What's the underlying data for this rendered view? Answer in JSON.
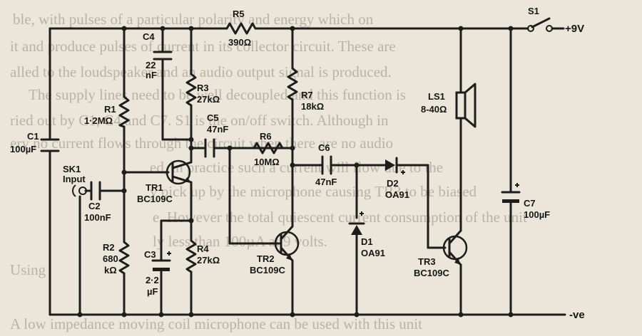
{
  "background_text": [
    "ble, with pulses of a particular polarity and energy which on",
    "it and produce pulses of current in its collector circuit. These are",
    "alled to the loudspeaker and an audio output signal is produced.",
    "The supply lines need to be well decoupled and this function is",
    "ried out by C1, C4 and C7. S1 is the on/off switch. Although in",
    "ery no current flows through the circuit when there are no audio",
    "ed, in practice such a current will flow due to the",
    "y pick up by the microphone causing TR3 to be biased",
    "e. However the total quiescent current consumption of the unit",
    "ly less than 100µA at 9 volts.",
    "Using",
    "A low impedance moving coil microphone can be used with this unit"
  ],
  "components": {
    "R5": {
      "name": "R5",
      "value": "390Ω"
    },
    "S1": {
      "name": "S1"
    },
    "supply": {
      "label": "+9V"
    },
    "ground": {
      "label": "-ve"
    },
    "C4": {
      "name": "C4",
      "value1": "22",
      "value2": "nF"
    },
    "R3": {
      "name": "R3",
      "value": "27kΩ"
    },
    "R7": {
      "name": "R7",
      "value": "18kΩ"
    },
    "LS1": {
      "name": "LS1",
      "value": "8-40Ω"
    },
    "R1": {
      "name": "R1",
      "value": "1·2MΩ"
    },
    "C5": {
      "name": "C5",
      "value": "47nF"
    },
    "R6": {
      "name": "R6",
      "value": "10MΩ"
    },
    "C6": {
      "name": "C6",
      "value": "47nF"
    },
    "D2": {
      "name": "D2",
      "value": "OA91"
    },
    "C1": {
      "name": "C1",
      "value": "100µF"
    },
    "SK1": {
      "name": "SK1",
      "value": "Input"
    },
    "TR1": {
      "name": "TR1",
      "value": "BC109C"
    },
    "C2": {
      "name": "C2",
      "value": "100nF"
    },
    "C7": {
      "name": "C7",
      "value": "100µF"
    },
    "D1": {
      "name": "D1",
      "value": "OA91"
    },
    "TR2": {
      "name": "TR2",
      "value": "BC109C"
    },
    "TR3": {
      "name": "TR3",
      "value": "BC109C"
    },
    "R2": {
      "name": "R2",
      "value1": "680",
      "value2": "kΩ"
    },
    "C3": {
      "name": "C3",
      "value1": "2·2",
      "value2": "µF"
    },
    "R4": {
      "name": "R4",
      "value": "27kΩ"
    }
  }
}
